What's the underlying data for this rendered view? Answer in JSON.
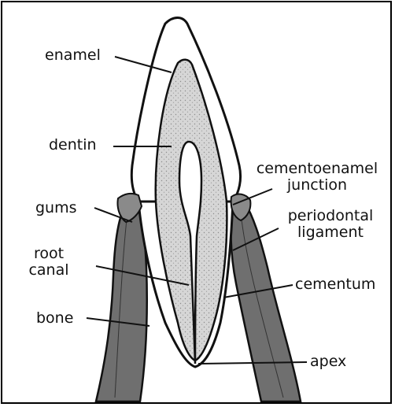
{
  "diagram": {
    "labels": {
      "enamel": "enamel",
      "dentin": "dentin",
      "gums": "gums",
      "root_canal_line1": "root",
      "root_canal_line2": "canal",
      "bone": "bone",
      "cementoenamel_line1": "cementoenamel",
      "cementoenamel_line2": "junction",
      "periodontal_line1": "periodontal",
      "periodontal_line2": "ligament",
      "cementum": "cementum",
      "apex": "apex"
    },
    "colors": {
      "outline": "#111111",
      "dentin_fill": "#d9d9d9",
      "bone_fill": "#6f6f6f",
      "gum_fill": "#8a8a8a",
      "enamel_fill": "#ffffff",
      "pulp_fill": "#ffffff"
    }
  }
}
